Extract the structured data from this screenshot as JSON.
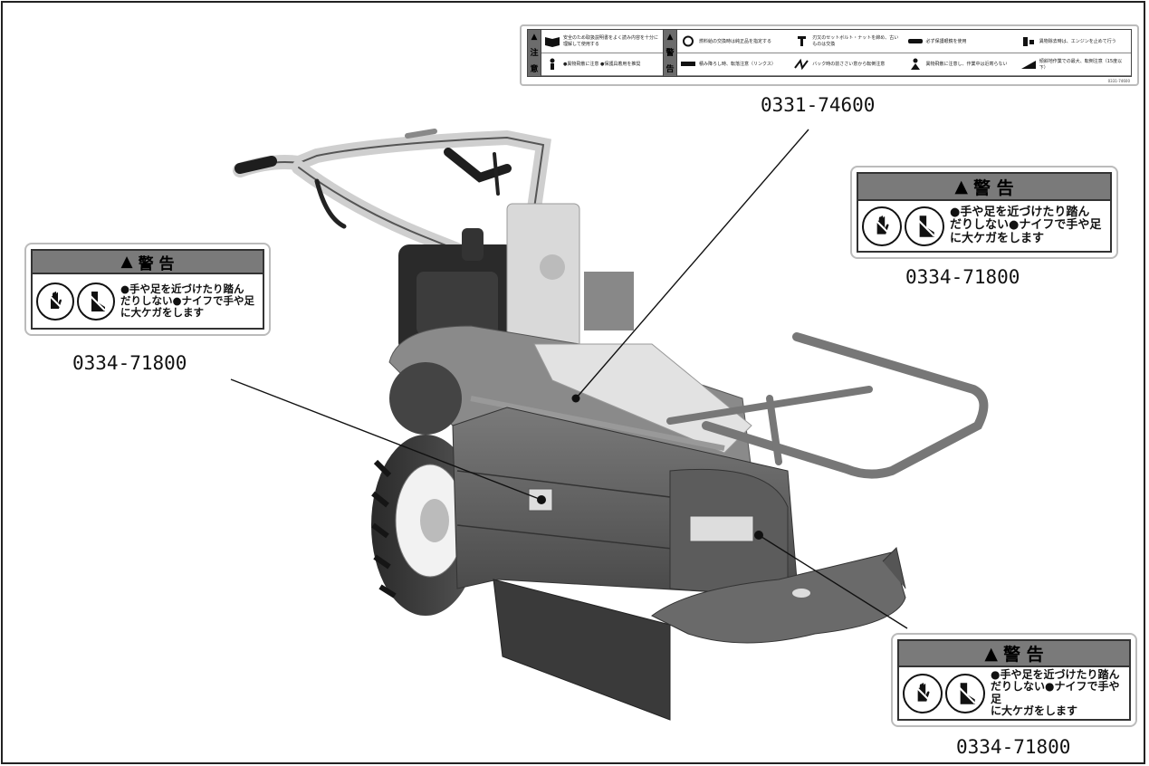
{
  "labels": {
    "long_label_part": "0331-74600",
    "left_label_part": "0334-71800",
    "right_top_label_part": "0334-71800",
    "right_bottom_label_part": "0334-71800"
  },
  "warning_label": {
    "heading_symbol": "▲",
    "heading": "警 告",
    "line1": "●手や足を近づけたり踏ん",
    "line2": "だりしない●ナイフで手や足",
    "line3": "に大ケガをします",
    "icons": [
      "hand-prohibited-icon",
      "foot-prohibited-icon"
    ]
  },
  "long_label": {
    "caution_tag": [
      "▲",
      "注",
      "意"
    ],
    "warning_tag": [
      "▲",
      "警",
      "告"
    ],
    "caution_cells": [
      "安全のため取扱説明書をよく読み内容を十分に理解して使用する",
      "●異物飛散に注意 ●保護具着用を推奨"
    ],
    "warning_cells": [
      "燃料給の交換時は純正品を指定する",
      "積み降ろし時、転落注意（リンクス）",
      "刃又のセットボルト・ナットを締め、古いものは交換",
      "バック時の前ささい意から転倒注意",
      "必ず保護眼鏡を使用",
      "異物飛散に注意し、作業中は近寄らない",
      "異物除去時は、エンジンを止めて行う",
      "傾斜地作業での最大、転倒注意（15度以下）"
    ],
    "code": "0331-74600"
  },
  "colors": {
    "frame": "#222222",
    "label_head": "#7a7a7a",
    "line": "#111111"
  }
}
